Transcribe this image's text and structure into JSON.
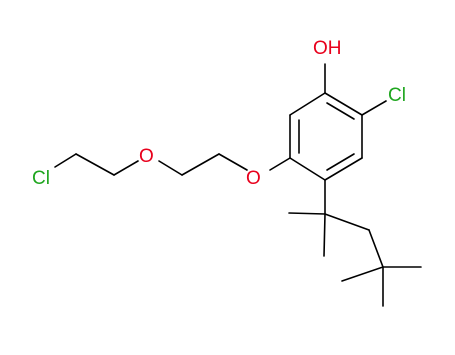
{
  "molecule": {
    "labels": {
      "hydroxyl": "OH",
      "ring_chlorine": "Cl",
      "chain_chlorine": "Cl",
      "ether_oxygen_1": "O",
      "ether_oxygen_2": "O"
    },
    "colors": {
      "bond": "#000000",
      "oxygen": "#e8001c",
      "chlorine": "#1fa61f"
    }
  }
}
